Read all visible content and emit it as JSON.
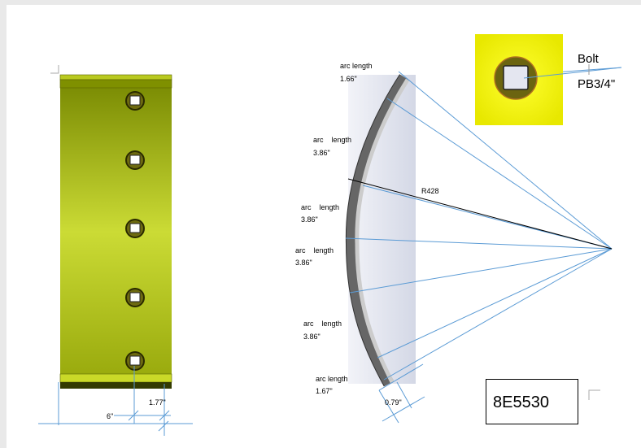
{
  "labels": {
    "arc_top": "arc length",
    "arc_top_value": "1.66\"",
    "arc_2": "arc    length",
    "arc_2_value": "3.86\"",
    "arc_3": "arc    length",
    "arc_3_value": "3.86\"",
    "arc_4": "arc    length",
    "arc_4_value": "3.86\"",
    "arc_5": "arc    length",
    "arc_5_value": "3.86\"",
    "arc_bottom": "arc length",
    "arc_bottom_value": "1.67\"",
    "radius": "R428",
    "thickness": "0.79\"",
    "width_total": "6\"",
    "edge_offset": "1.77\"",
    "bolt": "Bolt",
    "bolt_spec": "PB3/4\""
  },
  "part_number": "8E5530",
  "colors": {
    "dimension": "#5b9bd5",
    "plate": "#a8b818",
    "bolt_bg": "#f5f51a"
  }
}
